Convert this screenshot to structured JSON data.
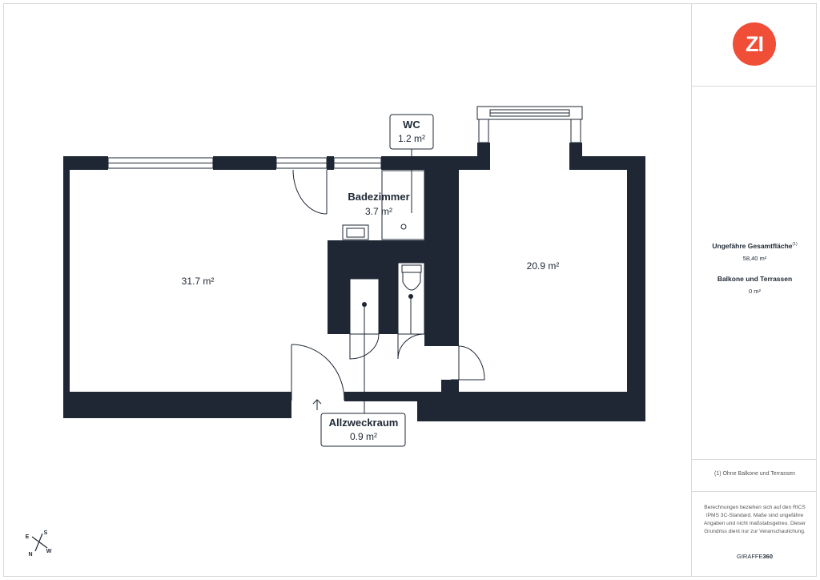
{
  "rooms": {
    "wc": {
      "name": "WC",
      "area": "1.2 m²"
    },
    "bath": {
      "name": "Badezimmer",
      "area": "3.7 m²"
    },
    "living": {
      "area": "31.7 m²"
    },
    "bedroom": {
      "area": "20.9 m²"
    },
    "utility": {
      "name": "Allzweckraum",
      "area": "0.9 m²"
    }
  },
  "sidebar": {
    "total_title": "Ungefähre Gesamtfläche",
    "total_footnote_mark": "(1)",
    "total_value": "58,40 m²",
    "balcony_title": "Balkone und Terrassen",
    "balcony_value": "0 m²",
    "footnote": "(1) Ohne Balkone und Terrassen",
    "disclaimer": "Berechnungen beziehen sich auf den RICS IPMS 3C-Standard. Maße sind ungefähre Angaben und nicht maßstabsgetreu. Dieser Grundriss dient nur zur Veranschaulichung.",
    "brand_prefix": "GIRAFFE",
    "brand_suffix": "360"
  },
  "logo": {
    "text": "ZI",
    "color": "#f04e37"
  },
  "compass": {
    "e": "E",
    "s": "S",
    "n": "N",
    "w": "W"
  },
  "colors": {
    "wall": "#1e2733",
    "accent": "#f04e37"
  }
}
